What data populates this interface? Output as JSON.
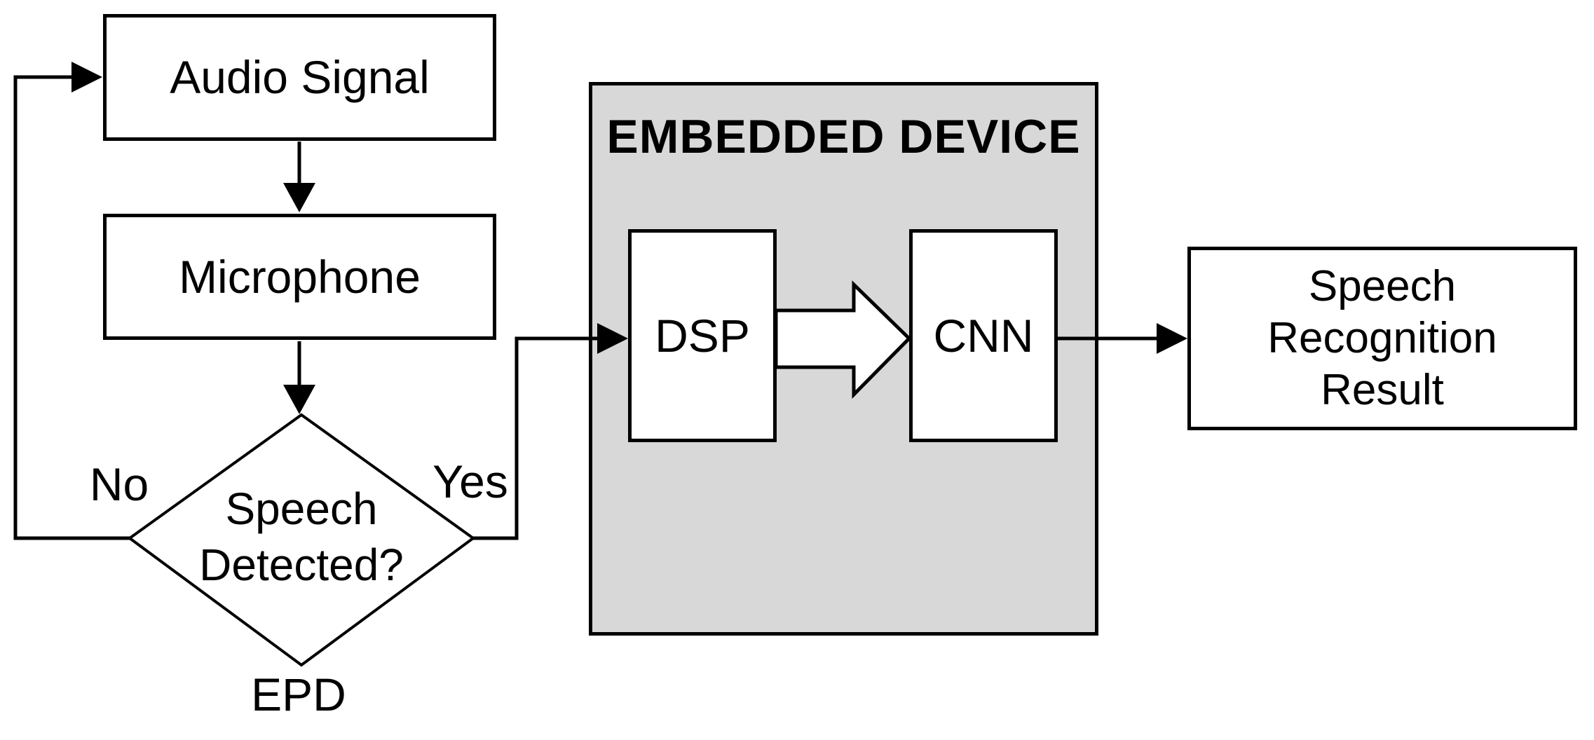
{
  "diagram": {
    "audio_signal_label": "Audio Signal",
    "microphone_label": "Microphone",
    "decision": {
      "line1": "Speech",
      "line2": "Detected?",
      "no_label": "No",
      "yes_label": "Yes",
      "caption": "EPD"
    },
    "embedded_device": {
      "title": "EMBEDDED DEVICE",
      "dsp_label": "DSP",
      "cnn_label": "CNN"
    },
    "result": {
      "line1": "Speech",
      "line2": "Recognition",
      "line3": "Result"
    },
    "colors": {
      "stroke": "#000000",
      "box_fill": "#ffffff",
      "device_fill": "#d8d8d8"
    }
  }
}
